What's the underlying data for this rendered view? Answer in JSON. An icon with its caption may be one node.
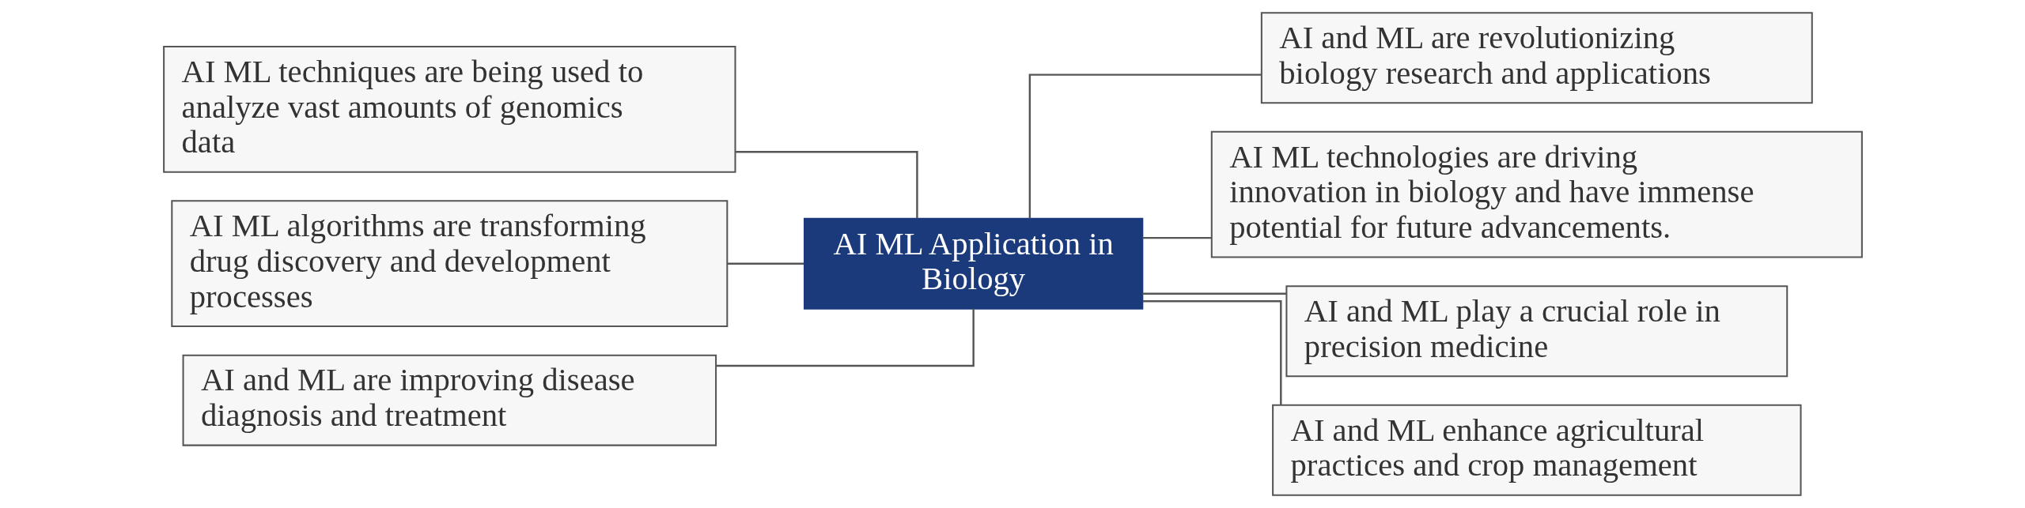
{
  "diagram": {
    "nodes": [
      {
        "text": [
          "AI ML Application in Biology"
        ]
      },
      {
        "text": [
          "AI ML techniques are being used to analyze vast amounts of genomics data"
        ]
      },
      {
        "text": [
          "AI ML algorithms are transforming drug discovery and development processes"
        ]
      },
      {
        "text": [
          "AI and ML are improving disease diagnosis and treatment"
        ]
      },
      {
        "text": [
          "AI and ML are revolutionizing biology research and applications"
        ]
      },
      {
        "text": [
          "AI ML technologies are driving innovation in biology and have immense potential for future advancements."
        ]
      },
      {
        "text": [
          "AI and ML play a crucial role in precision medicine"
        ]
      },
      {
        "text": [
          "AI and ML enhance agricultural practices and crop management"
        ]
      }
    ],
    "edges": [
      {
        "from": 0,
        "to": 1,
        "arrow": "none"
      },
      {
        "from": 0,
        "to": 2,
        "arrow": "none"
      },
      {
        "from": 0,
        "to": 3,
        "arrow": "none"
      },
      {
        "from": 0,
        "to": 4,
        "arrow": "none"
      },
      {
        "from": 0,
        "to": 5,
        "arrow": "none"
      },
      {
        "from": 0,
        "to": 6,
        "arrow": "none"
      },
      {
        "from": 0,
        "to": 7,
        "arrow": "none"
      }
    ]
  }
}
